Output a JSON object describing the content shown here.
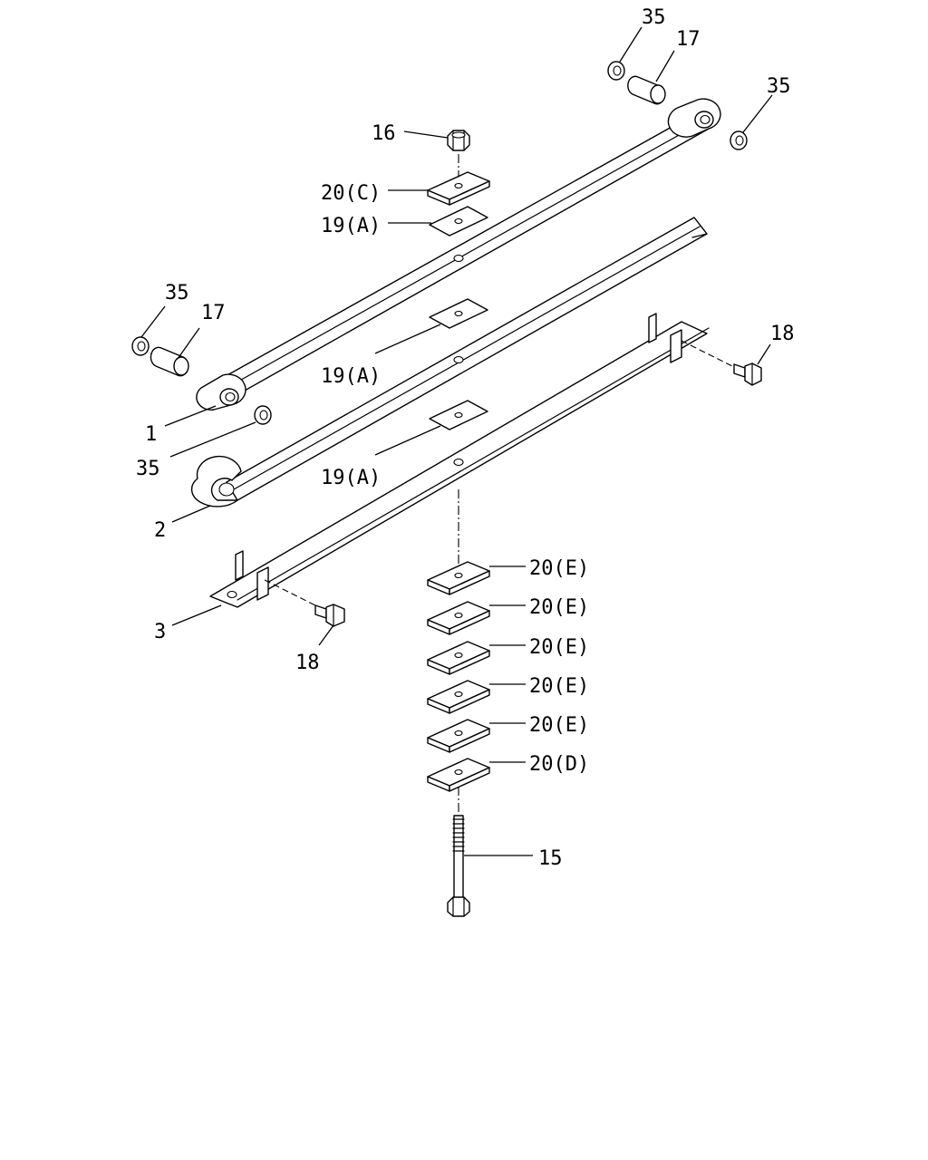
{
  "colors": {
    "line": "#000000",
    "background": "#ffffff"
  },
  "labels": {
    "p35_top": "35",
    "p17_top": "17",
    "p35_right": "35",
    "p16": "16",
    "p20c": "20(C)",
    "p19a_top": "19(A)",
    "p35_left": "35",
    "p17_left": "17",
    "p18_right": "18",
    "p19a_mid": "19(A)",
    "p1": "1",
    "p35_mid": "35",
    "p19a_low": "19(A)",
    "p2": "2",
    "p20e_1": "20(E)",
    "p20e_2": "20(E)",
    "p20e_3": "20(E)",
    "p20e_4": "20(E)",
    "p20e_5": "20(E)",
    "p20d": "20(D)",
    "p3": "3",
    "p18_left": "18",
    "p15": "15"
  }
}
